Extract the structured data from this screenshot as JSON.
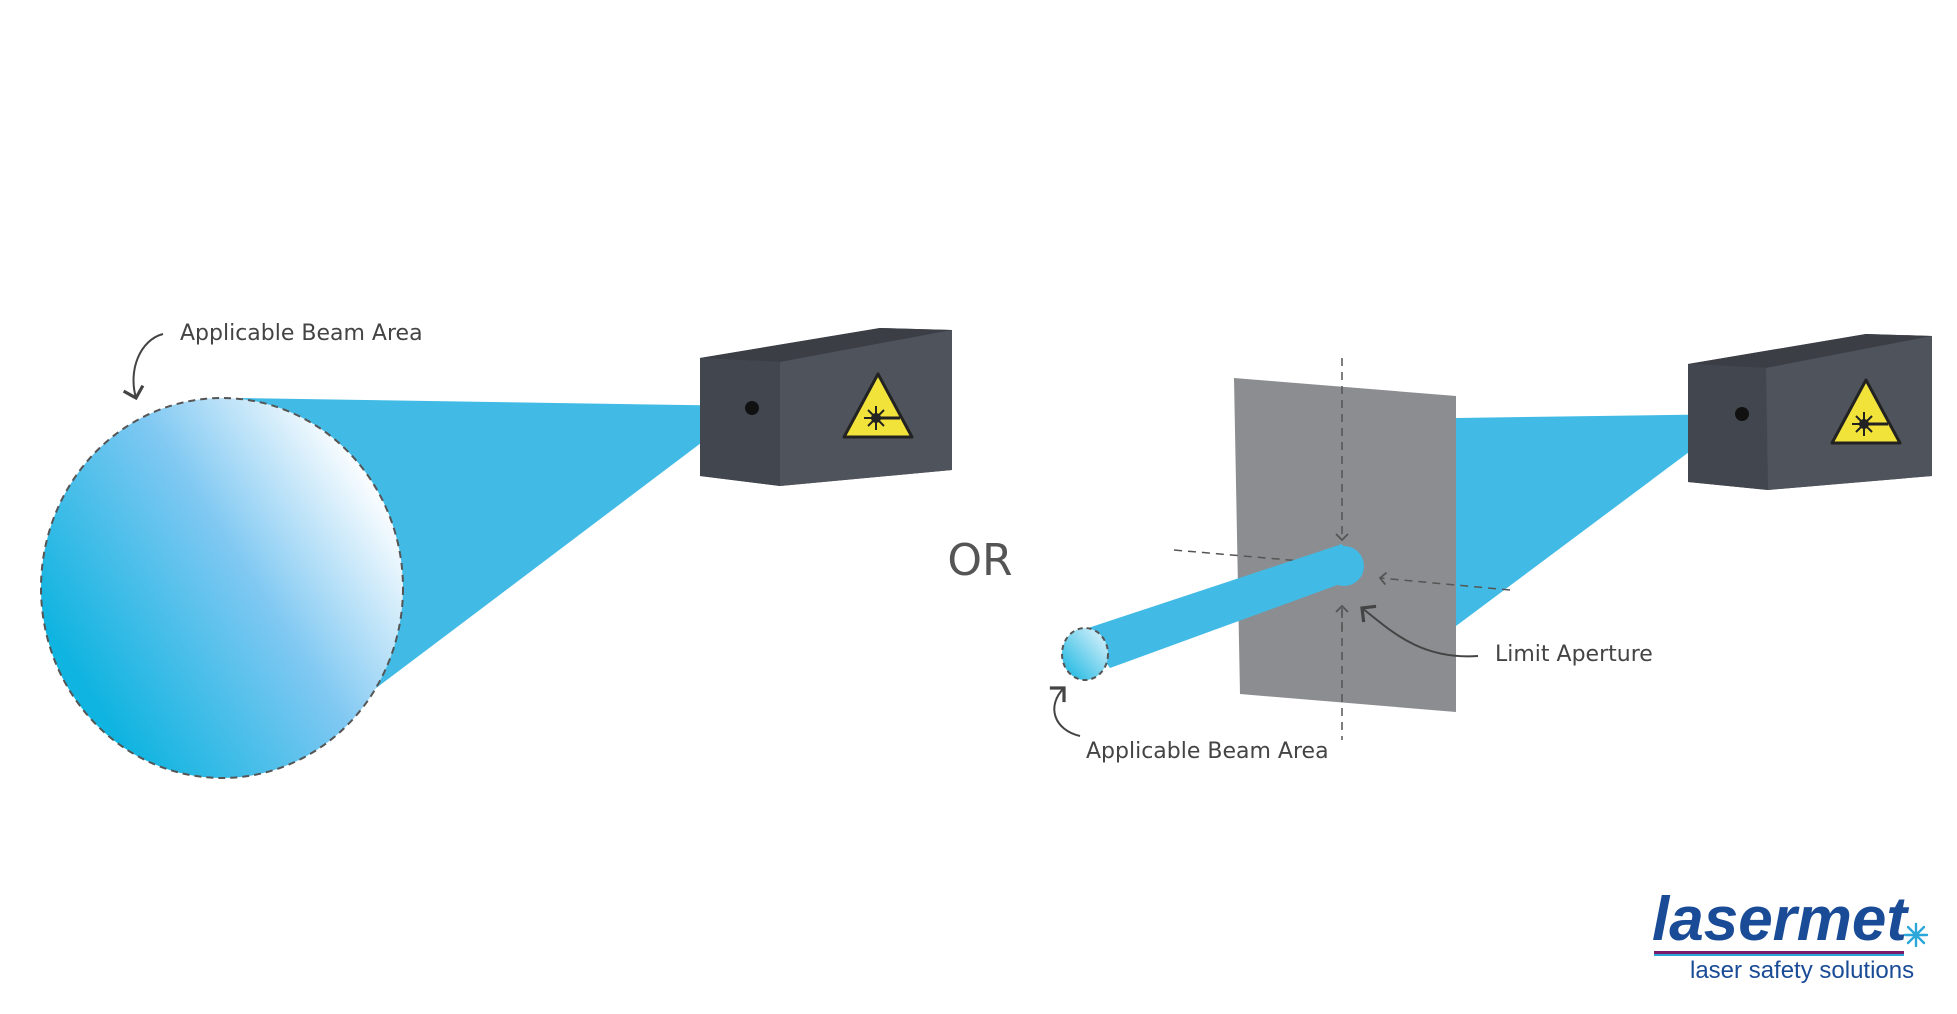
{
  "labels": {
    "left_beam_area": "Applicable Beam Area",
    "or": "OR",
    "limit_aperture": "Limit Aperture",
    "right_beam_area": "Applicable Beam Area"
  },
  "logo": {
    "name": "lasermet",
    "tagline": "laser safety solutions"
  },
  "icons": {
    "laser_warning": "laser-warning-icon",
    "logo_star": "asterisk-star-icon"
  },
  "colors": {
    "beam": "#41bbe5",
    "laser_box_front": "#4b4f58",
    "laser_box_top": "#3b3e45",
    "aperture_plate": "#8b8d91",
    "warning_yellow": "#f2e33a",
    "logo_blue": "#1a4b96",
    "label_text": "#444444"
  }
}
